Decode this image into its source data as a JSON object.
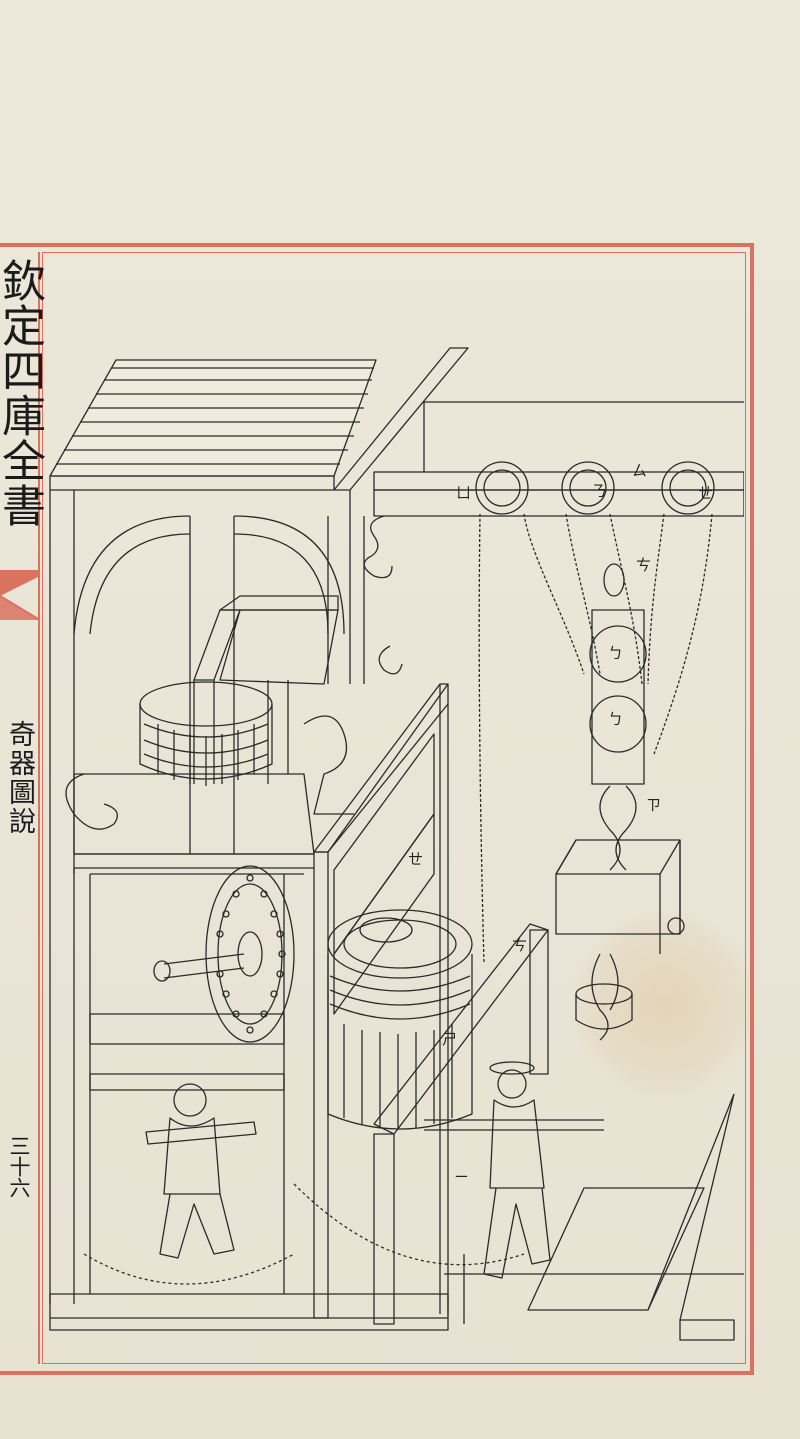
{
  "margin": {
    "series_title": "欽定四庫全書",
    "book_title": "奇器圖說",
    "page_number": "三十六"
  },
  "figure": {
    "labels": {
      "pulley_1": "ㄩ",
      "pulley_2": "ㄋ",
      "pulley_3": "ㄝ",
      "beam_top": "ㄙ",
      "chain_top": "ㄘ",
      "block_upper": "ㄅ",
      "block_lower": "ㄅ",
      "chain_lower": "ㄗ",
      "drum": "ㄕ",
      "crank": "ㄝ",
      "lever_post": "ㄘ",
      "ground_path": "ㄧ"
    }
  },
  "colors": {
    "paper": "#ebe7d9",
    "frame_red": "#d9725f",
    "ink": "#2a2a2a"
  }
}
